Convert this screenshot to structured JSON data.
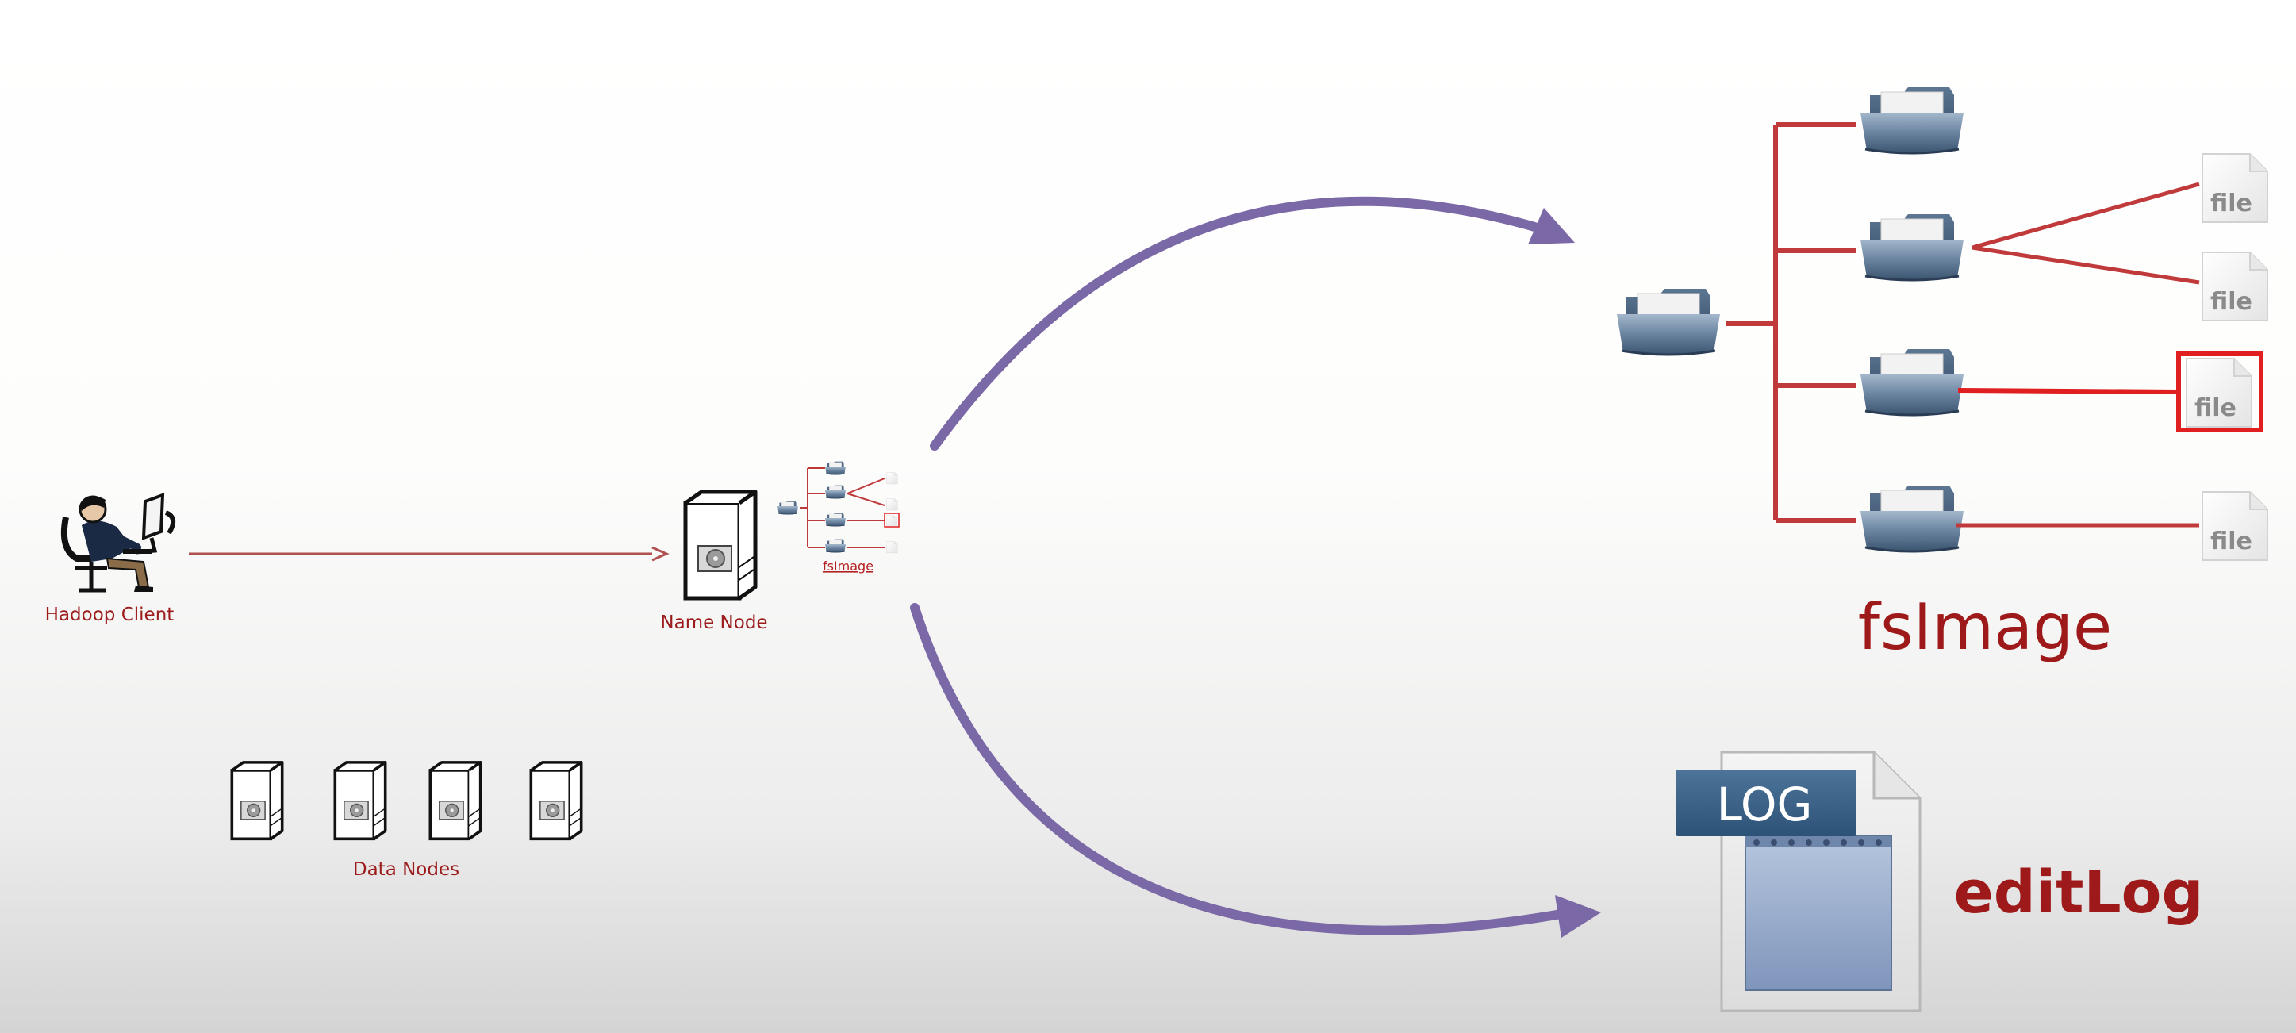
{
  "labels": {
    "hadoop_client": "Hadoop Client",
    "name_node": "Name Node",
    "fsimage_small": "fsImage",
    "data_nodes": "Data Nodes",
    "fsimage_big": "fsImage",
    "editlog": "editLog",
    "log_badge": "LOG",
    "file_icon": "file"
  },
  "icons": {
    "client": "person-at-computer-icon",
    "server": "server-icon",
    "folder": "folder-icon",
    "file": "file-icon",
    "log": "log-document-icon"
  },
  "colors": {
    "label_red": "#9c1c1c",
    "tree_line": "#c0393b",
    "highlight": "#e02020",
    "arrow_purple": "#7b68a6",
    "client_arrow": "#b05050"
  }
}
